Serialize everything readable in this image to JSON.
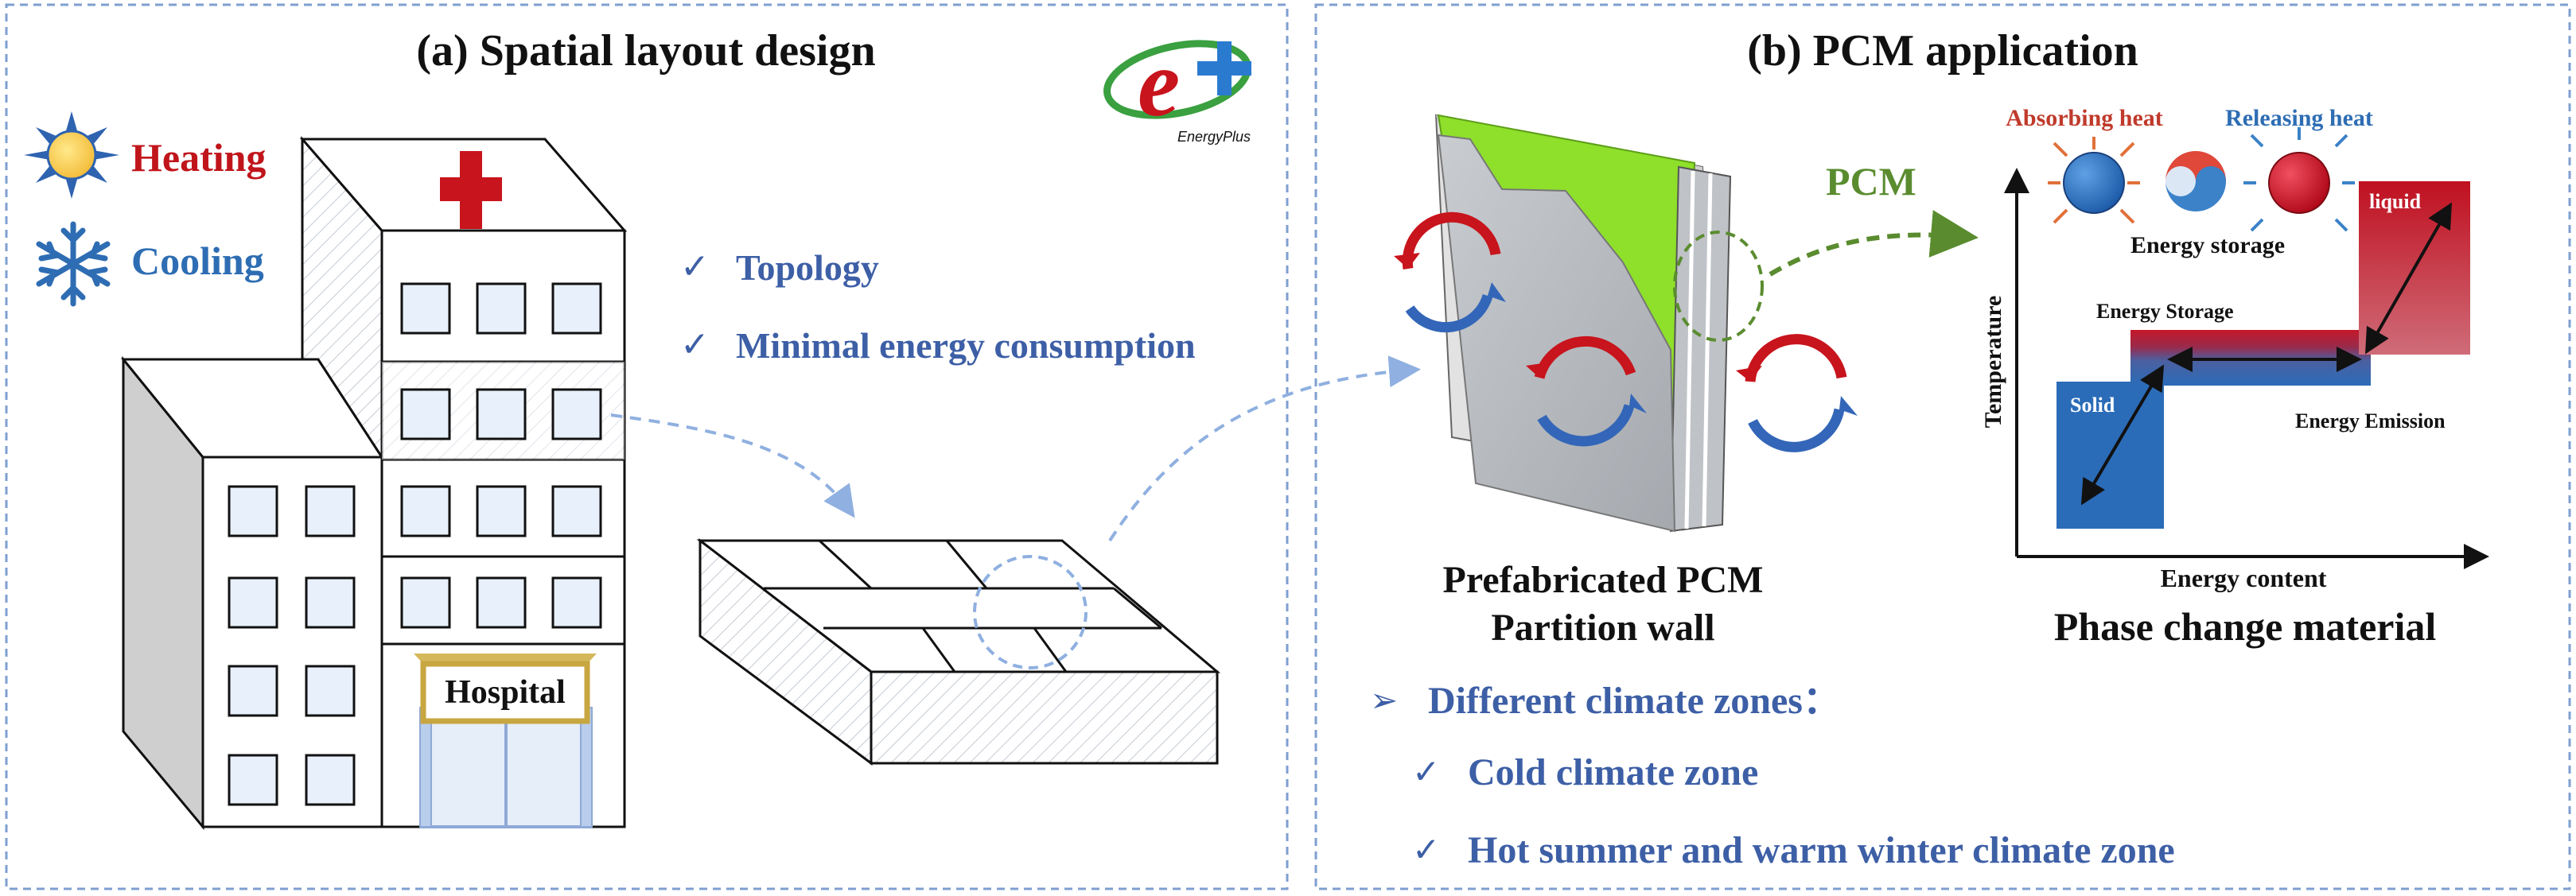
{
  "panel_a": {
    "title": "(a) Spatial layout design",
    "heating_label": "Heating",
    "cooling_label": "Cooling",
    "checks": [
      "Topology",
      "Minimal energy consumption"
    ],
    "hospital_sign": "Hospital",
    "logo_text": "EnergyPlus"
  },
  "panel_b": {
    "title": "(b) PCM application",
    "pcm_label": "PCM",
    "wall_caption_line1": "Prefabricated PCM",
    "wall_caption_line2": "Partition wall",
    "absorbing_label": "Absorbing heat",
    "releasing_label": "Releasing heat",
    "energy_storage_top": "Energy storage",
    "chart": {
      "y_axis_label": "Temperature",
      "x_axis_label": "Energy content",
      "solid_label": "Solid",
      "liquid_label": "liquid",
      "storage_label": "Energy Storage",
      "emission_label": "Energy Emission"
    },
    "chart_caption": "Phase change material",
    "climate_heading": "Different climate zones：",
    "climate_items": [
      "Cold climate zone",
      "Hot summer and warm winter climate zone"
    ]
  },
  "colors": {
    "heading": "#111111",
    "accent_blue": "#3d5fa6",
    "heating_red": "#c0151b",
    "cooling_blue": "#2e6db3",
    "pcm_green": "#5a8c2f",
    "panel_border": "#7f9fd0"
  },
  "icons": [
    "sun-icon",
    "snowflake-icon",
    "red-cross-icon",
    "energyplus-logo",
    "checkmark-icon",
    "arrow-bullet-icon",
    "circular-arrows-icon"
  ]
}
